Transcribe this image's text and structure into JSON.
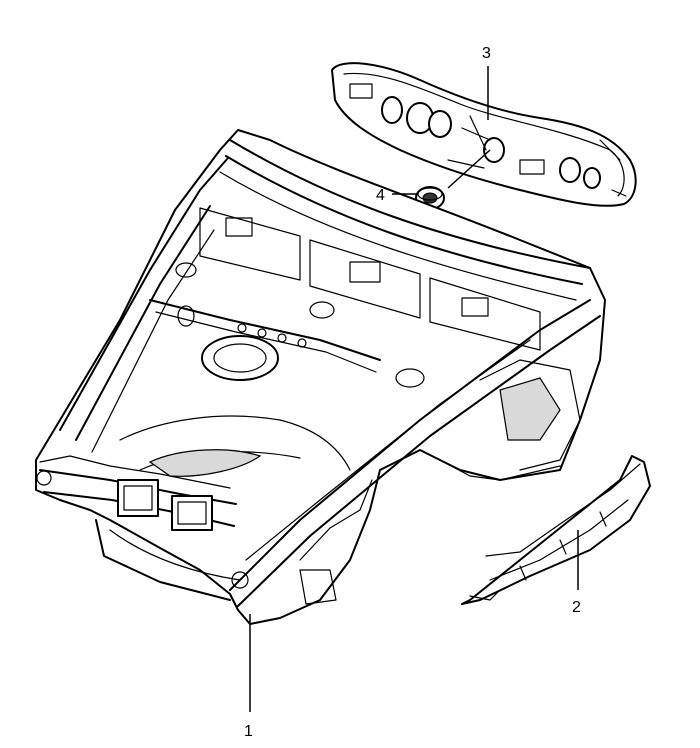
{
  "diagram": {
    "callouts": [
      {
        "label": "1",
        "part": "front-body-structure"
      },
      {
        "label": "2",
        "part": "side-member-panel"
      },
      {
        "label": "3",
        "part": "bulkhead-panel"
      },
      {
        "label": "4",
        "part": "rubber-grommet"
      }
    ]
  }
}
